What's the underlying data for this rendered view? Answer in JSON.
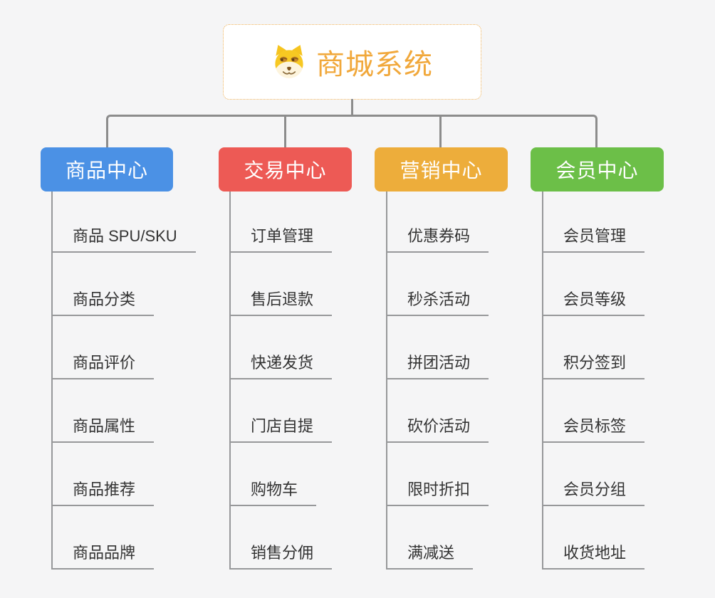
{
  "root": {
    "title": "商城系统",
    "icon": "dog-icon",
    "accent_color": "#f1a83b",
    "border_color": "#efb25a"
  },
  "connector_color": "#8c8c8c",
  "background_color": "#f5f5f6",
  "branches": [
    {
      "label": "商品中心",
      "color": "#4b91e5",
      "items": [
        "商品 SPU/SKU",
        "商品分类",
        "商品评价",
        "商品属性",
        "商品推荐",
        "商品品牌"
      ]
    },
    {
      "label": "交易中心",
      "color": "#ed5a55",
      "items": [
        "订单管理",
        "售后退款",
        "快递发货",
        "门店自提",
        "购物车",
        "销售分佣"
      ]
    },
    {
      "label": "营销中心",
      "color": "#edad3b",
      "items": [
        "优惠券码",
        "秒杀活动",
        "拼团活动",
        "砍价活动",
        "限时折扣",
        "满减送"
      ]
    },
    {
      "label": "会员中心",
      "color": "#6cbf48",
      "items": [
        "会员管理",
        "会员等级",
        "积分签到",
        "会员标签",
        "会员分组",
        "收货地址"
      ]
    }
  ]
}
